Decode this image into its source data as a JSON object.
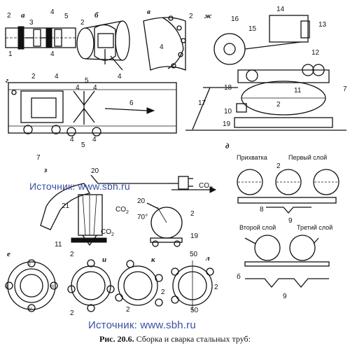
{
  "figure": {
    "panel_letters": [
      "а",
      "б",
      "в",
      "г",
      "д",
      "е",
      "ж",
      "з",
      "и",
      "к",
      "л"
    ],
    "part_numbers": [
      "1",
      "2",
      "3",
      "4",
      "5",
      "6",
      "7",
      "8",
      "9",
      "10",
      "11",
      "12",
      "13",
      "14",
      "15",
      "16",
      "17",
      "18",
      "19",
      "20",
      "21"
    ],
    "angle_label": "70°",
    "gas_label_1": "CO",
    "gas_label_1_sub": "2",
    "gas_label_2": "CO",
    "gas_label_2_sub": "2",
    "gas_label_3": "CO",
    "gas_label_3_sub": "2",
    "dim_label": "50",
    "dim_label_2": "50",
    "dim_label_3": "б",
    "layer_tack": "Прихватка",
    "layer_first": "Первый слой",
    "layer_second": "Второй слой",
    "layer_third": "Третий слой",
    "circle_marks": [
      "I",
      "II",
      "III",
      "IV"
    ]
  },
  "watermark_top": "Источник: www.sbh.ru",
  "watermark_bottom": "Источник: www.sbh.ru",
  "caption": {
    "number": "Рис. 20.6.",
    "text": "Сборка и сварка стальных труб:"
  }
}
